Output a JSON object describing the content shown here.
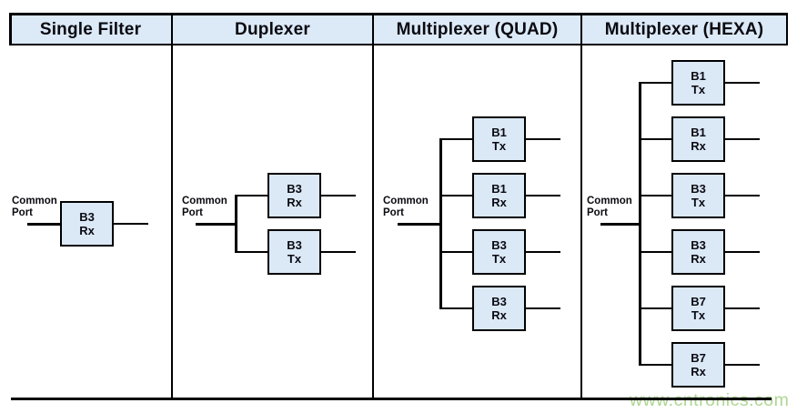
{
  "colors": {
    "header_fill": "#dce9f7",
    "box_fill": "#dbe8f6",
    "line": "#000000",
    "watermark": "#aed692"
  },
  "watermark": {
    "text": "www.cntronics.com"
  },
  "columns": [
    {
      "header": "Single Filter",
      "common_port": "Common Port",
      "filters": [
        {
          "band": "B3",
          "path": "Rx"
        }
      ]
    },
    {
      "header": "Duplexer",
      "common_port": "Common Port",
      "filters": [
        {
          "band": "B3",
          "path": "Rx"
        },
        {
          "band": "B3",
          "path": "Tx"
        }
      ]
    },
    {
      "header": "Multiplexer (QUAD)",
      "common_port": "Common Port",
      "filters": [
        {
          "band": "B1",
          "path": "Tx"
        },
        {
          "band": "B1",
          "path": "Rx"
        },
        {
          "band": "B3",
          "path": "Tx"
        },
        {
          "band": "B3",
          "path": "Rx"
        }
      ]
    },
    {
      "header": "Multiplexer (HEXA)",
      "common_port": "Common Port",
      "filters": [
        {
          "band": "B1",
          "path": "Tx"
        },
        {
          "band": "B1",
          "path": "Rx"
        },
        {
          "band": "B3",
          "path": "Tx"
        },
        {
          "band": "B3",
          "path": "Rx"
        },
        {
          "band": "B7",
          "path": "Tx"
        },
        {
          "band": "B7",
          "path": "Rx"
        }
      ]
    }
  ]
}
